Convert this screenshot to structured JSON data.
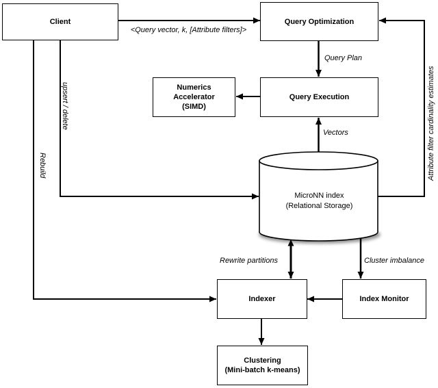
{
  "diagram": {
    "nodes": {
      "client": {
        "label": "Client"
      },
      "query_optimization": {
        "label": "Query Optimization"
      },
      "numerics_accelerator": {
        "label": "Numerics\nAccelerator\n(SIMD)"
      },
      "query_execution": {
        "label": "Query Execution"
      },
      "micronn_index": {
        "label": "MicroNN index\n(Relational Storage)"
      },
      "indexer": {
        "label": "Indexer"
      },
      "index_monitor": {
        "label": "Index Monitor"
      },
      "clustering": {
        "label": "Clustering\n(Mini-batch k-means)"
      }
    },
    "edge_labels": {
      "query_request": "<Query vector, k, [Attribute filters]>",
      "query_plan": "Query Plan",
      "vectors": "Vectors",
      "upsert_delete": "upsert / delete",
      "rebuild": "Rebuild",
      "attribute_filter_cardinality": "Attribute filter cardinality estimates",
      "rewrite_partitions": "Rewrite partitions",
      "cluster_imbalance": "Cluster imbalance"
    },
    "colors": {
      "line": "#000000",
      "background": "#ffffff",
      "box_fill": "#ffffff"
    }
  }
}
